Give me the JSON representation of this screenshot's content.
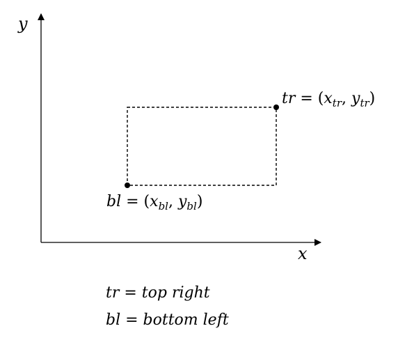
{
  "axes": {
    "x_label": "x",
    "y_label": "y"
  },
  "points": {
    "top_right": {
      "lhs": "tr",
      "eq": " = (",
      "x_base": "x",
      "x_sub": "tr",
      "comma": ", ",
      "y_base": "y",
      "y_sub": "tr",
      "close": ")"
    },
    "bottom_left": {
      "lhs": "bl",
      "eq": " = (",
      "x_base": "x",
      "x_sub": "bl",
      "comma": ", ",
      "y_base": "y",
      "y_sub": "bl",
      "close": ")"
    }
  },
  "legend": [
    "tr = top right",
    "bl = bottom left"
  ]
}
